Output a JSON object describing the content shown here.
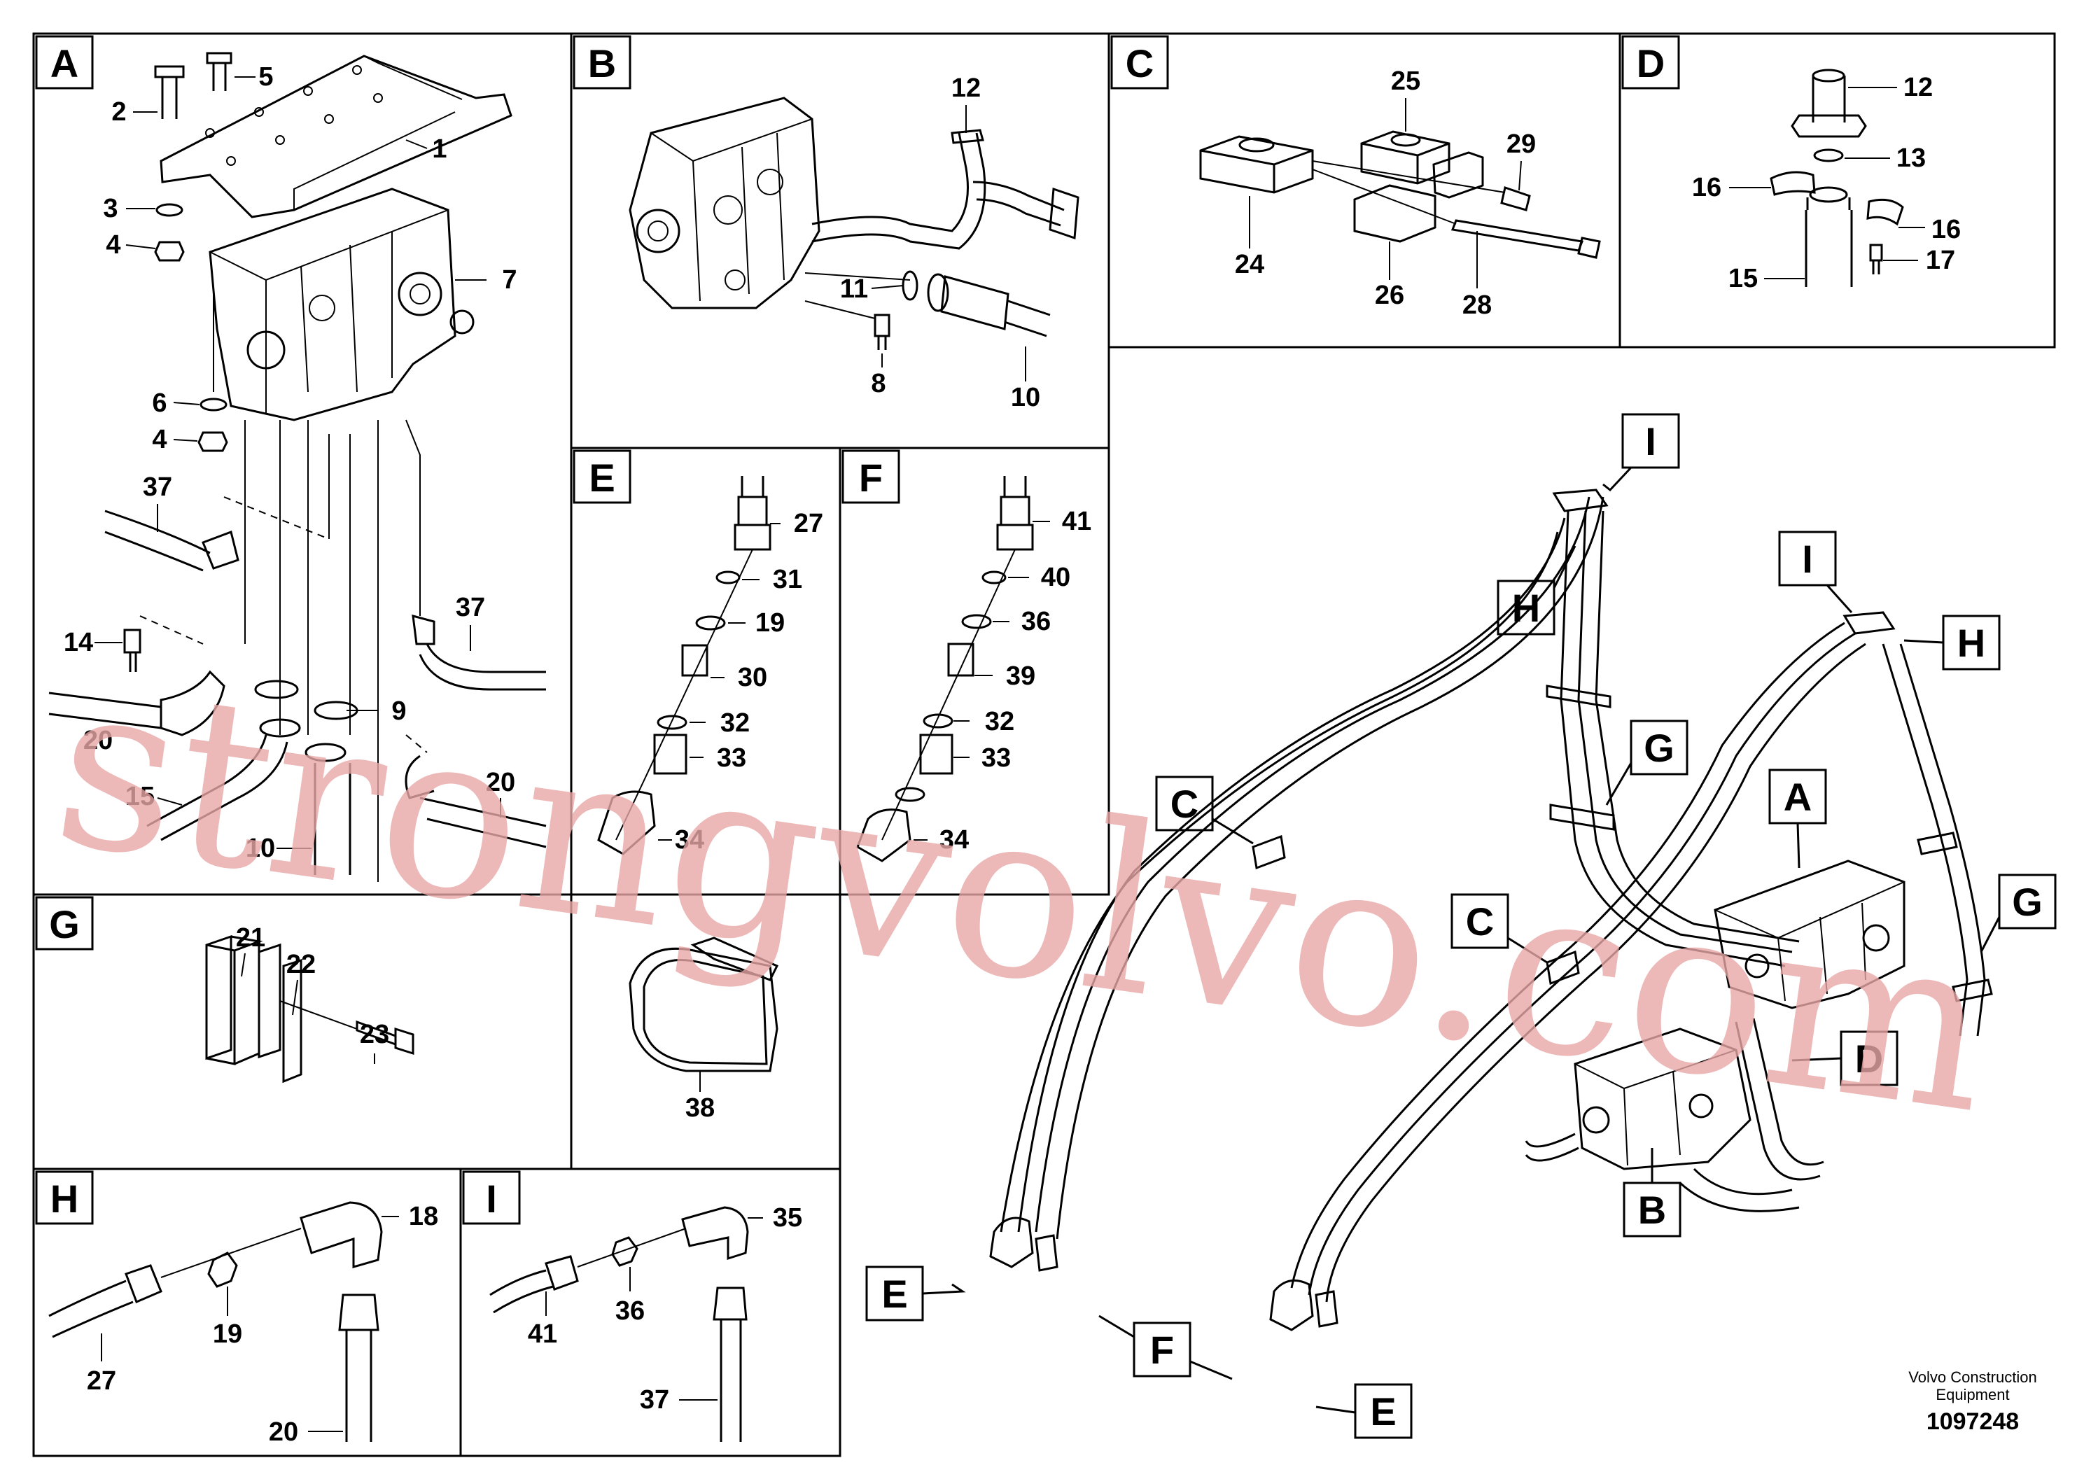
{
  "panels": [
    {
      "id": "A",
      "label": "A"
    },
    {
      "id": "B",
      "label": "B"
    },
    {
      "id": "C",
      "label": "C"
    },
    {
      "id": "D",
      "label": "D"
    },
    {
      "id": "E",
      "label": "E"
    },
    {
      "id": "F",
      "label": "F"
    },
    {
      "id": "G",
      "label": "G"
    },
    {
      "id": "H",
      "label": "H"
    },
    {
      "id": "I",
      "label": "I"
    }
  ],
  "callouts": {
    "a1": "1",
    "a2": "2",
    "a3": "3",
    "a4a": "4",
    "a4b": "4",
    "a5": "5",
    "a6": "6",
    "a7": "7",
    "a9": "9",
    "a10": "10",
    "a14": "14",
    "a15": "15",
    "a20a": "20",
    "a20b": "20",
    "a37a": "37",
    "a37b": "37",
    "b8": "8",
    "b10": "10",
    "b11": "11",
    "b12": "12",
    "c24": "24",
    "c25": "25",
    "c26": "26",
    "c28": "28",
    "c29": "29",
    "d12": "12",
    "d13": "13",
    "d15": "15",
    "d16a": "16",
    "d16b": "16",
    "d17": "17",
    "e19": "19",
    "e27": "27",
    "e30": "30",
    "e31": "31",
    "e32": "32",
    "e33": "33",
    "e34": "34",
    "f32": "32",
    "f33": "33",
    "f34": "34",
    "f36": "36",
    "f39": "39",
    "f40": "40",
    "f41": "41",
    "g21": "21",
    "g22": "22",
    "g23": "23",
    "g38": "38",
    "h18": "18",
    "h19": "19",
    "h20": "20",
    "h27": "27",
    "i35": "35",
    "i36": "36",
    "i37": "37",
    "i41": "41"
  },
  "overview_refs": {
    "i1": "I",
    "i2": "I",
    "h1": "H",
    "h2": "H",
    "g1": "G",
    "g2": "G",
    "c1": "C",
    "c2": "C",
    "a": "A",
    "d": "D",
    "b": "B",
    "e1": "E",
    "e2": "E",
    "f": "F"
  },
  "watermark": "strongvolvo.com",
  "credit_line1": "Volvo Construction",
  "credit_line2": "Equipment",
  "doc_number": "1097248"
}
